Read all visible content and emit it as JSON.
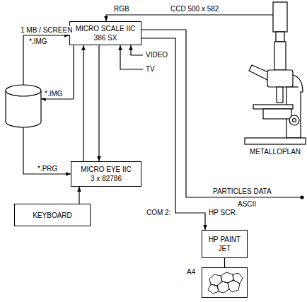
{
  "diagram": {
    "nodes": [
      {
        "text": [
          "MICRO SCALE IIC",
          "386 SX"
        ]
      },
      {
        "text": [
          "MICRO EYE IIC",
          "3 x 82786"
        ]
      },
      {
        "text": [
          "KEYBOARD"
        ]
      },
      {
        "text": [
          "HP PAINT JET"
        ]
      },
      {
        "text": [
          "A4"
        ]
      }
    ],
    "edges": [
      {
        "from": 1,
        "to": 0,
        "arrow": "to"
      },
      {
        "from": 0,
        "to": 1,
        "arrow": "to"
      },
      {
        "from": 2,
        "to": 1,
        "arrow": "to"
      },
      {
        "from": 0,
        "to": 3,
        "label": "COM 2:",
        "arrow": "to"
      },
      {
        "from": 3,
        "to": 4,
        "arrow": "none"
      }
    ],
    "labels": [
      "RGB",
      "CCD 500 x 582",
      "1 MB / SCREEN",
      "*.IMG",
      "VIDEO",
      "TV",
      "*.IMG",
      "*.PRG",
      "PARTICLES DATA",
      "ASCII",
      "HP SCR.",
      "METALLOPLAN"
    ]
  }
}
